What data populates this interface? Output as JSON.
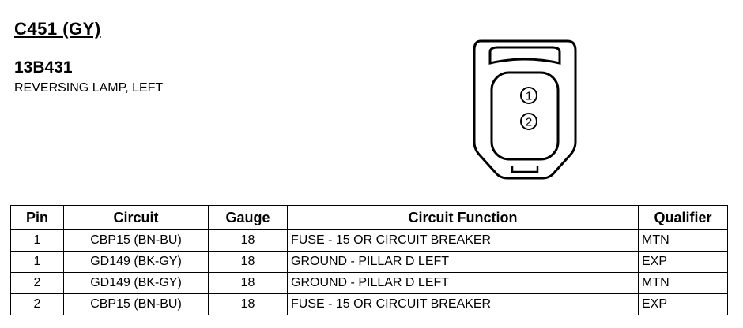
{
  "header": {
    "connector_id": "C451 (GY)",
    "part_number": "13B431",
    "description": "REVERSING LAMP, LEFT"
  },
  "connector_face": {
    "pins": [
      "1",
      "2"
    ]
  },
  "table": {
    "columns": [
      "Pin",
      "Circuit",
      "Gauge",
      "Circuit Function",
      "Qualifier"
    ],
    "rows": [
      {
        "pin": "1",
        "circuit": "CBP15 (BN-BU)",
        "gauge": "18",
        "function": "FUSE - 15 OR CIRCUIT BREAKER",
        "qualifier": "MTN"
      },
      {
        "pin": "1",
        "circuit": "GD149 (BK-GY)",
        "gauge": "18",
        "function": "GROUND - PILLAR D LEFT",
        "qualifier": "EXP"
      },
      {
        "pin": "2",
        "circuit": "GD149 (BK-GY)",
        "gauge": "18",
        "function": "GROUND - PILLAR D LEFT",
        "qualifier": "MTN"
      },
      {
        "pin": "2",
        "circuit": "CBP15 (BN-BU)",
        "gauge": "18",
        "function": "FUSE - 15 OR CIRCUIT BREAKER",
        "qualifier": "EXP"
      }
    ]
  }
}
